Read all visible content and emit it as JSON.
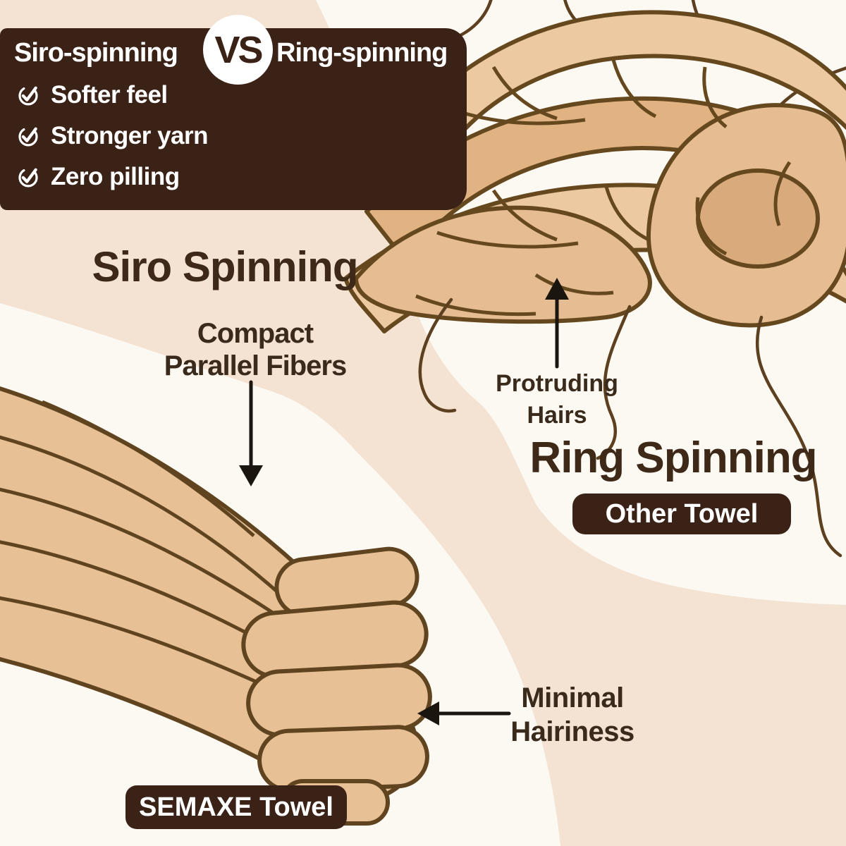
{
  "banner": {
    "title_left": "Siro-spinning",
    "vs_label": "VS",
    "title_right": "Ring-spinning",
    "features": [
      {
        "icon": "check-circle-icon",
        "label": "Softer feel"
      },
      {
        "icon": "check-circle-icon",
        "label": "Stronger yarn"
      },
      {
        "icon": "check-circle-icon",
        "label": "Zero pilling"
      }
    ]
  },
  "siro": {
    "heading": "Siro Spinning",
    "fiber_callout": {
      "line1": "Compact",
      "line2": "Parallel Fibers"
    },
    "hairiness_callout": {
      "line1": "Minimal",
      "line2": "Hairiness"
    },
    "badge_label": "SEMAXE Towel"
  },
  "ring": {
    "heading": "Ring Spinning",
    "hairs_callout": {
      "line1": "Protruding",
      "line2": "Hairs"
    },
    "badge_label": "Other Towel"
  },
  "colors": {
    "banner_bg": "#3b2217",
    "badge_bg": "#3b2217",
    "background_base": "#fcf9f3",
    "background_peach": "#f4e3d2",
    "yarn_fill": "#e6bd92",
    "yarn_fill_light": "#ecc9a1",
    "yarn_fill_dark": "#e2b382",
    "yarn_outline": "#66481f",
    "hair_strand": "#5d4020",
    "heading_text": "#3e2817",
    "arrow": "#1b1510",
    "text_on_dark": "#ffffff"
  }
}
